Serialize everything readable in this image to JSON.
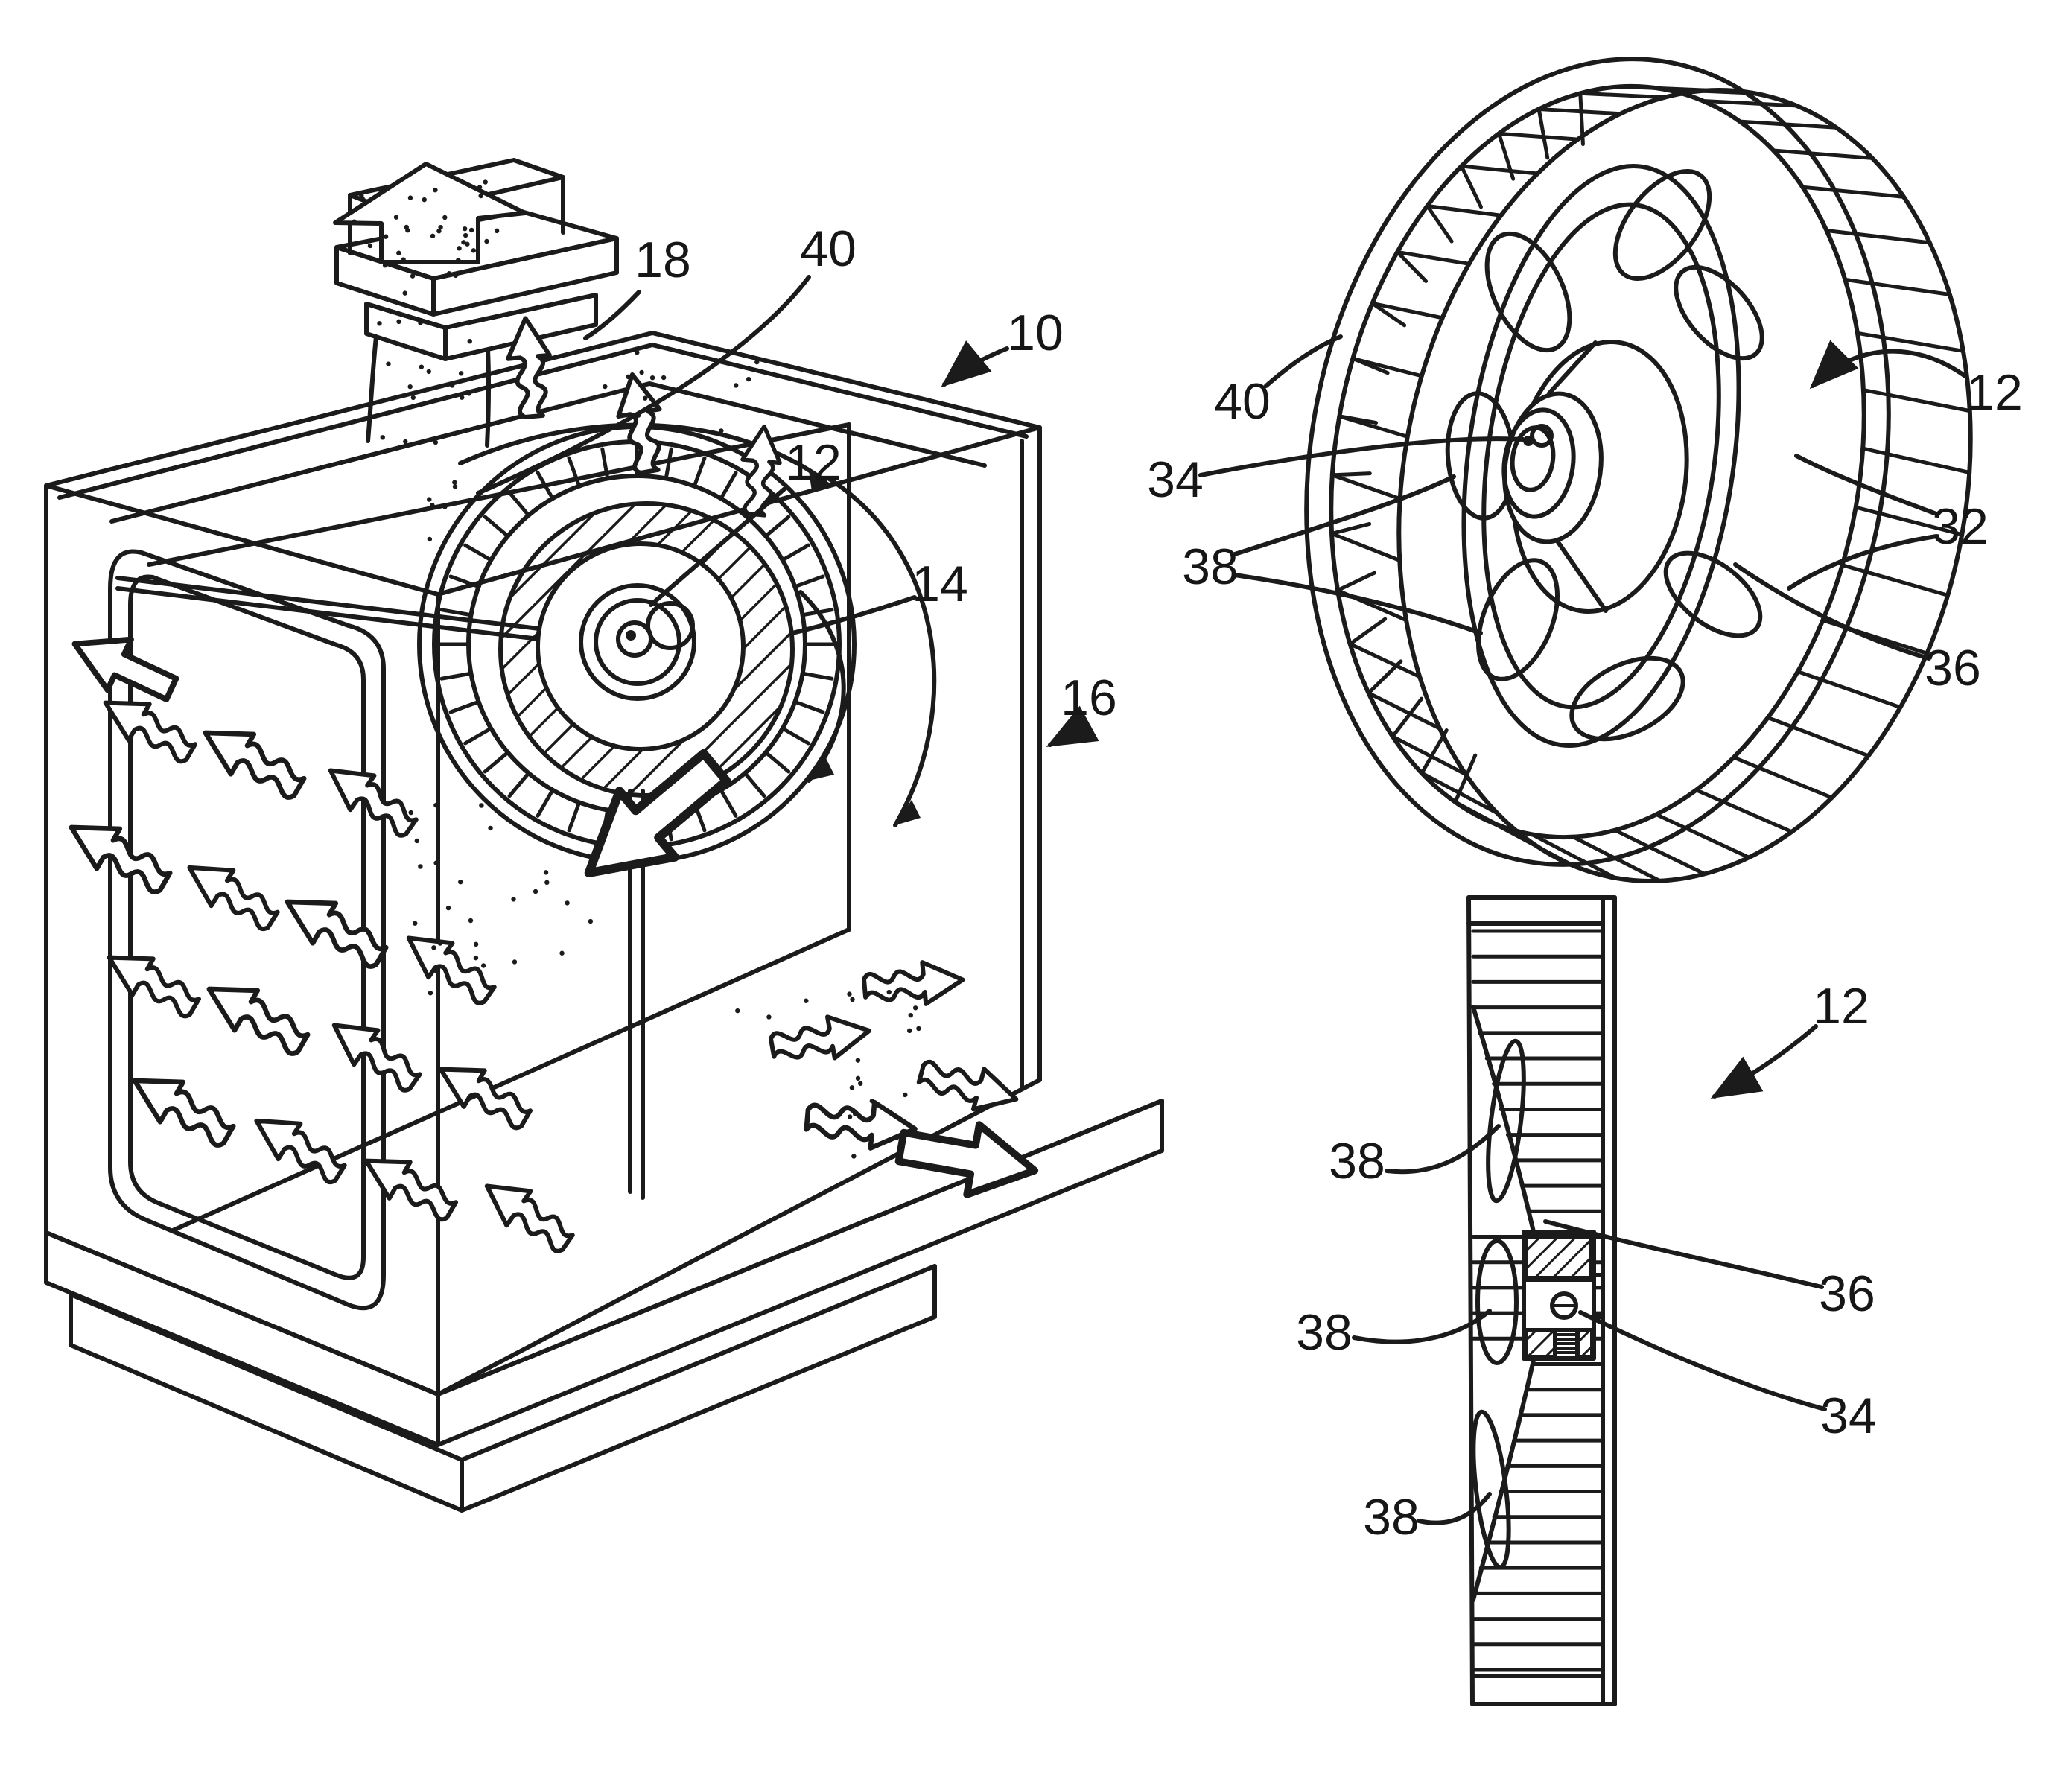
{
  "document": {
    "type": "patent-figure-sheet",
    "background_color": "#ffffff",
    "ink_color": "#1b1b1b"
  },
  "figures": {
    "oven_assembly": {
      "description": "Isometric view of oven cabinet with vent, internal blower wheel and air-circulation arrows",
      "labels": [
        {
          "ref": "18",
          "target": "vent-duct"
        },
        {
          "ref": "40",
          "target": "blower-housing"
        },
        {
          "ref": "10",
          "target": "oven-assembly"
        },
        {
          "ref": "12",
          "target": "blower-wheel"
        },
        {
          "ref": "14",
          "target": "motor-shaft"
        },
        {
          "ref": "16",
          "target": "side-wall"
        }
      ],
      "fan_blade_count": 36
    },
    "blower_wheel_perspective": {
      "description": "Perspective view of blower wheel with peripheral blades, back plate holes and hub",
      "labels": [
        {
          "ref": "40",
          "target": "wheel-rim"
        },
        {
          "ref": "34",
          "target": "hub"
        },
        {
          "ref": "38",
          "target": "inlet-holes"
        },
        {
          "ref": "12",
          "target": "blower-wheel"
        },
        {
          "ref": "32",
          "target": "blades"
        },
        {
          "ref": "36",
          "target": "back-plate"
        }
      ],
      "blade_count": 40,
      "hole_count": 7
    },
    "blower_wheel_side": {
      "description": "Side sectional view of blower wheel showing back plate, hub and holes",
      "labels": [
        {
          "ref": "12",
          "target": "blower-wheel"
        },
        {
          "ref": "38",
          "target": "upper-hole"
        },
        {
          "ref": "36",
          "target": "back-plate"
        },
        {
          "ref": "38",
          "target": "middle-hole"
        },
        {
          "ref": "34",
          "target": "hub"
        },
        {
          "ref": "38",
          "target": "lower-hole"
        }
      ],
      "blade_count": 30
    }
  }
}
